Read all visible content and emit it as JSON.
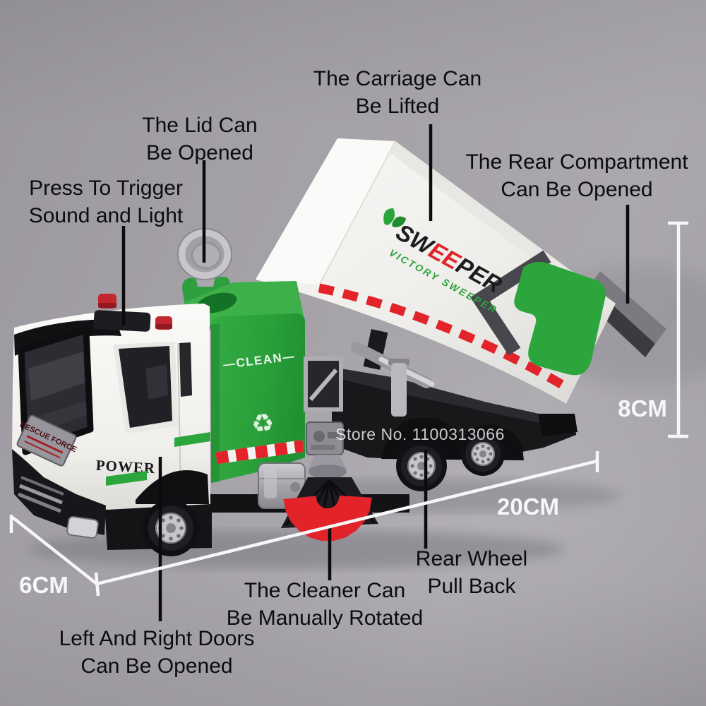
{
  "annotations": {
    "carriage": {
      "line1": "The Carriage Can",
      "line2": "Be Lifted"
    },
    "lid": {
      "line1": "The Lid Can",
      "line2": "Be Opened"
    },
    "sound_light": {
      "line1": "Press To Trigger",
      "line2": "Sound and Light"
    },
    "rear_compartment": {
      "line1": "The Rear Compartment",
      "line2": "Can Be Opened"
    },
    "rear_wheel": {
      "line1": "Rear Wheel",
      "line2": "Pull Back"
    },
    "cleaner": {
      "line1": "The Cleaner Can",
      "line2": "Be Manually Rotated"
    },
    "doors": {
      "line1": "Left And Right Doors",
      "line2": "Can Be Opened"
    }
  },
  "dimensions": {
    "height": "8CM",
    "length": "20CM",
    "width": "6CM"
  },
  "watermark": "Store No. 1100313066",
  "truck": {
    "brand_sw": "SW",
    "brand_ee": "EE",
    "brand_per": "PER",
    "tagline": "VICTORY  SWEEPER",
    "tank_label": "—CLEAN—",
    "door_label": "POWER",
    "grille_label": "RESCUE FORCE",
    "recycle_icon": "recycle-icon",
    "leaf_icon": "leaf-icon"
  },
  "colors": {
    "green": "#2ca53c",
    "green-dark": "#1e8c2f",
    "green-light": "#3db04a",
    "red": "#e2232a",
    "beacon": "#c2272d",
    "annotation-text": "#0c0c0e",
    "dimension-white": "#f7f7f9"
  }
}
